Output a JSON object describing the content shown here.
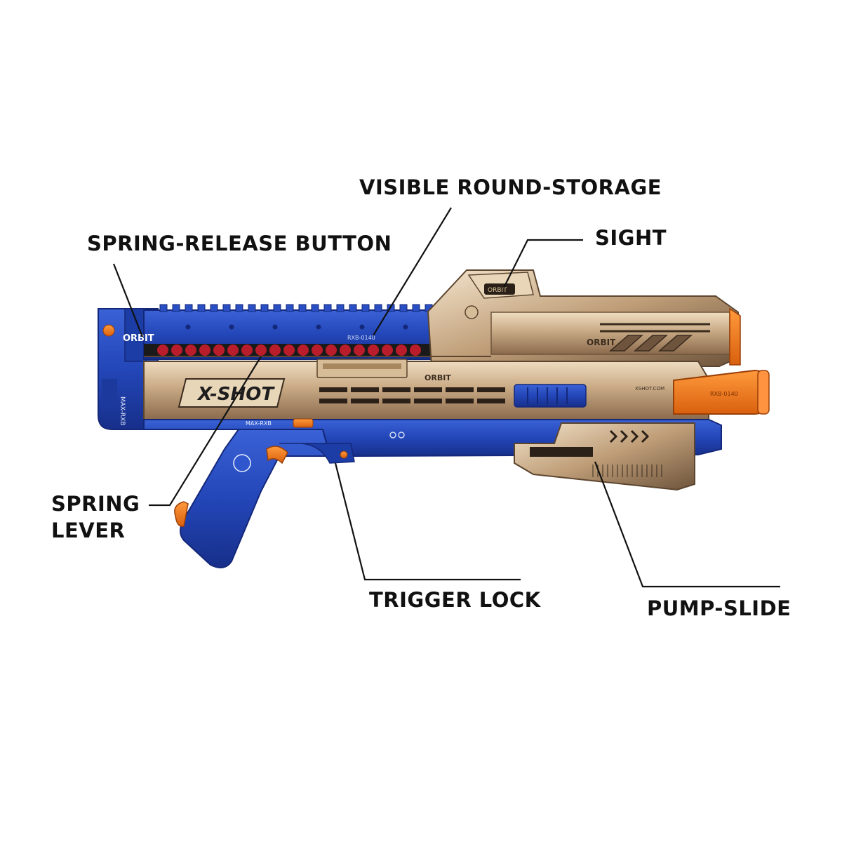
{
  "colors": {
    "blue": "#2346b8",
    "blue_dark": "#15287a",
    "gold": "#c9aa85",
    "gold_dark": "#7a5e43",
    "orange": "#f07a1e",
    "rounds": "#b91c2a",
    "leader": "#111111"
  },
  "product": {
    "logo": "X-SHOT",
    "brand": "ORBIT",
    "model": "RXB-0140",
    "max": "MAX-RXB",
    "site": "XSHOT.COM"
  },
  "callouts": {
    "round_storage": "VISIBLE ROUND-STORAGE",
    "spring_release": "SPRING-RELEASE BUTTON",
    "sight": "SIGHT",
    "spring_lever_1": "SPRING",
    "spring_lever_2": "LEVER",
    "trigger_lock": "TRIGGER LOCK",
    "pump_slide": "PUMP-SLIDE"
  }
}
